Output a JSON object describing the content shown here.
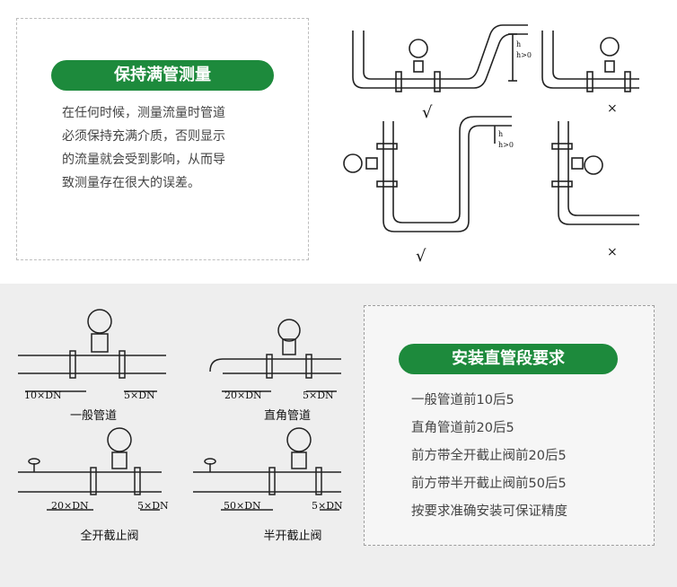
{
  "section1": {
    "title": "保持满管测量",
    "body": [
      "在任何时候，测量流量时管道",
      "必须保持充满介质，否则显示",
      "的流量就会受到影响，从而导",
      "致测量存在很大的误差。"
    ],
    "marks": {
      "ok": "√",
      "no": "×"
    },
    "height_labels": {
      "h": "h",
      "h_gt0": "h>0"
    }
  },
  "section2": {
    "title": "安装直管段要求",
    "items": [
      "一般管道前10后5",
      "直角管道前20后5",
      "前方带全开截止阀前20后5",
      "前方带半开截止阀前50后5",
      "按要求准确安装可保证精度"
    ]
  },
  "diagrams": [
    {
      "caption": "一般管道",
      "upstream": "10×DN",
      "downstream": "5×DN"
    },
    {
      "caption": "直角管道",
      "upstream": "20×DN",
      "downstream": "5×DN"
    },
    {
      "caption": "全开截止阀",
      "upstream": "20×DN",
      "downstream": "5×DN"
    },
    {
      "caption": "半开截止阀",
      "upstream": "50×DN",
      "downstream": "5×DN"
    }
  ]
}
